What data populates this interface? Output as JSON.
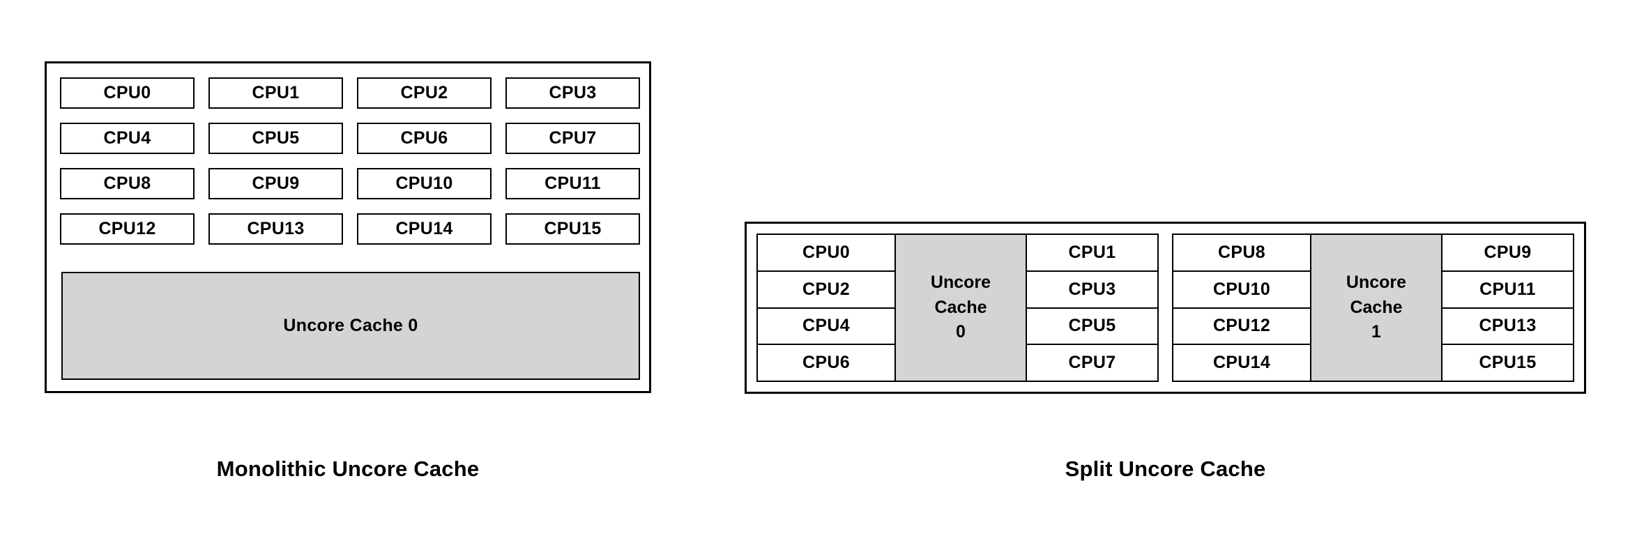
{
  "figure": {
    "background_color": "#ffffff",
    "line_color": "#000000",
    "cache_fill_color": "#d4d4d4"
  },
  "monolithic": {
    "caption": "Monolithic Uncore Cache",
    "cpu_rows": [
      [
        "CPU0",
        "CPU1",
        "CPU2",
        "CPU3"
      ],
      [
        "CPU4",
        "CPU5",
        "CPU6",
        "CPU7"
      ],
      [
        "CPU8",
        "CPU9",
        "CPU10",
        "CPU11"
      ],
      [
        "CPU12",
        "CPU13",
        "CPU14",
        "CPU15"
      ]
    ],
    "cache_label": "Uncore Cache 0"
  },
  "split": {
    "caption": "Split Uncore Cache",
    "groups": [
      {
        "left_cpus": [
          "CPU0",
          "CPU2",
          "CPU4",
          "CPU6"
        ],
        "cache_lines": [
          "Uncore",
          "Cache",
          "0"
        ],
        "right_cpus": [
          "CPU1",
          "CPU3",
          "CPU5",
          "CPU7"
        ]
      },
      {
        "left_cpus": [
          "CPU8",
          "CPU10",
          "CPU12",
          "CPU14"
        ],
        "cache_lines": [
          "Uncore",
          "Cache",
          "1"
        ],
        "right_cpus": [
          "CPU9",
          "CPU11",
          "CPU13",
          "CPU15"
        ]
      }
    ]
  }
}
